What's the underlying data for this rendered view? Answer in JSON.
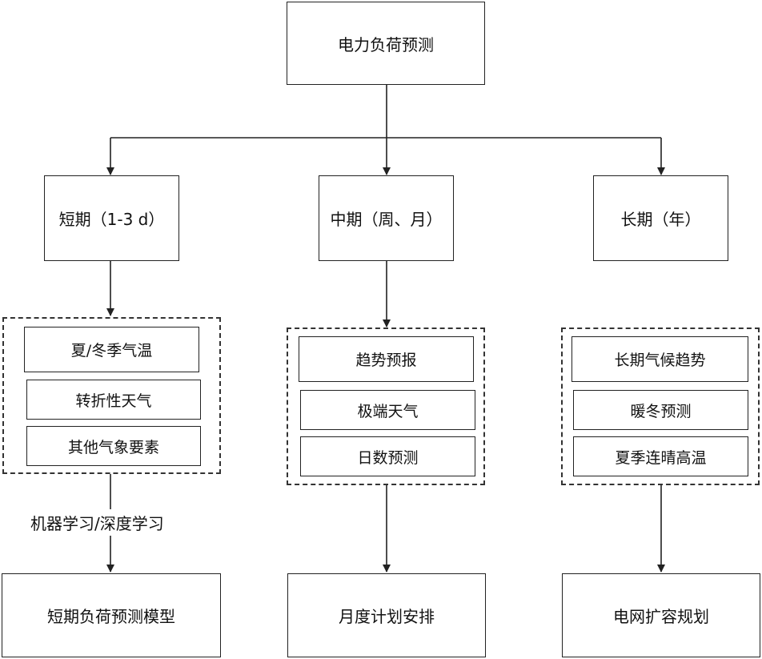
{
  "root": "电力负荷预测",
  "branches": [
    {
      "title": "短期（1-3 d）",
      "items": [
        "夏/冬季气温",
        "转折性天气",
        "其他气象要素"
      ],
      "connector_label": "机器学习/深度学习",
      "output": "短期负荷预测模型"
    },
    {
      "title": "中期（周、月）",
      "items": [
        "趋势预报",
        "极端天气",
        "日数预测"
      ],
      "output": "月度计划安排"
    },
    {
      "title": "长期（年）",
      "items": [
        "长期气候趋势",
        "暖冬预测",
        "夏季连晴高温"
      ],
      "output": "电网扩容规划"
    }
  ]
}
